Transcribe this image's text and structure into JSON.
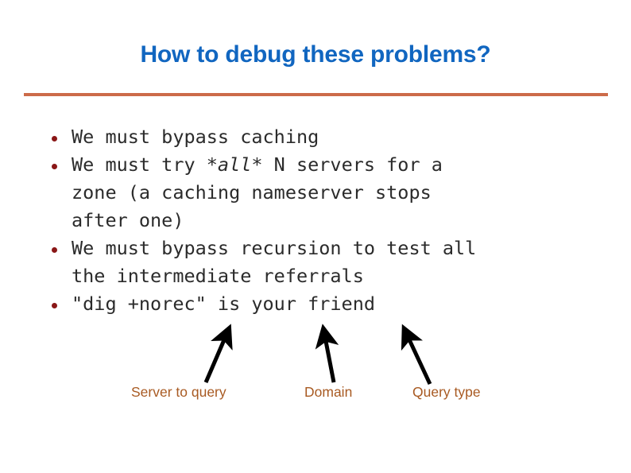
{
  "slide": {
    "title": "How to debug these problems?",
    "title_color": "#1166c0",
    "rule_color": "#cc6b49",
    "background_color": "#ffffff",
    "bullet_color": "#8a1717",
    "body_text_color": "#2b2b2b",
    "annotation_color": "#a85a22"
  },
  "bullets": [
    {
      "id": "bullet-bypass-caching",
      "text": "We must bypass caching",
      "emphasis": null
    },
    {
      "id": "bullet-try-all-servers",
      "text_before": "We must try ",
      "emphasis": "*all*",
      "text_after": " N servers for a\nzone (a caching nameserver stops\nafter one)"
    },
    {
      "id": "bullet-bypass-recursion",
      "text": "We must bypass recursion to test all\nthe intermediate referrals",
      "emphasis": null
    },
    {
      "id": "bullet-dig-norec",
      "text": "\"dig +norec\" is your friend",
      "emphasis": null
    }
  ],
  "annotations": [
    {
      "id": "annotation-server-to-query",
      "label": "Server to query",
      "arrow_name": "arrow-up-right-to-server-field"
    },
    {
      "id": "annotation-domain",
      "label": "Domain",
      "arrow_name": "arrow-up-to-domain-field"
    },
    {
      "id": "annotation-query-type",
      "label": "Query type",
      "arrow_name": "arrow-up-left-to-query-type-field"
    }
  ]
}
